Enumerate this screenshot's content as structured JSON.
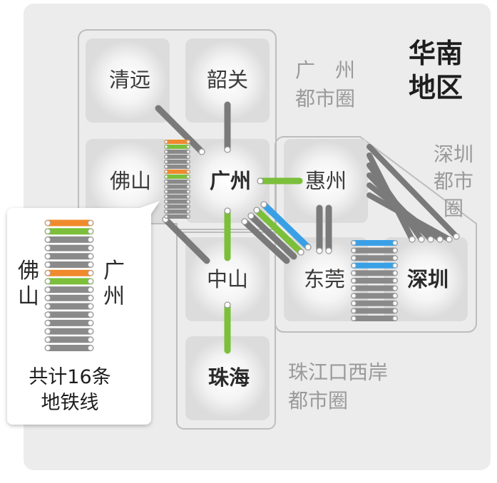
{
  "title": "华南\n地区",
  "regions": {
    "guangzhou": "广　州\n都市圈",
    "shenzhen": "深圳\n都市\n圈",
    "prd": "珠江口西岸\n都市圈"
  },
  "cities": {
    "qingyuan": "清远",
    "shaoguan": "韶关",
    "foshan": "佛山",
    "guangzhou": "广州",
    "huizhou": "惠州",
    "zhongshan": "中山",
    "dongguan": "东莞",
    "shenzhen": "深圳",
    "zhuhai": "珠海"
  },
  "callout": {
    "left": "佛\n山",
    "right": "广\n州",
    "caption": "共计16条\n地铁线"
  },
  "colors": {
    "orange": "#f08a2c",
    "green": "#7bbf3a",
    "blue": "#3aa0e6",
    "gray": "#8a8a8a"
  },
  "foshan_guangzhou_lines": [
    "orange",
    "green",
    "gray",
    "gray",
    "gray",
    "gray",
    "orange",
    "green",
    "gray",
    "gray",
    "gray",
    "gray",
    "gray",
    "gray",
    "gray",
    "gray"
  ],
  "dongguan_shenzhen_lines": [
    "blue",
    "gray",
    "gray",
    "blue",
    "gray",
    "gray",
    "gray",
    "gray",
    "gray",
    "gray",
    "gray"
  ]
}
